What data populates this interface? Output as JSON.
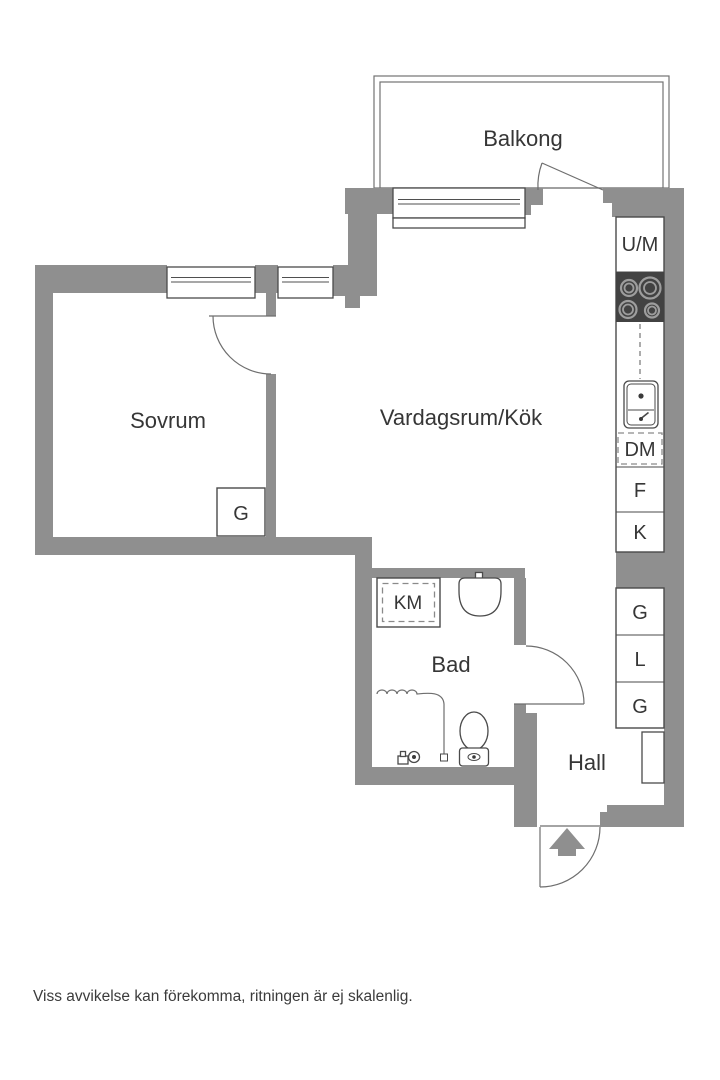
{
  "plan": {
    "balcony": {
      "label": "Balkong"
    },
    "bedroom": {
      "label": "Sovrum",
      "wardrobe": "G"
    },
    "living_kitchen": {
      "label": "Vardagsrum/Kök"
    },
    "bathroom": {
      "label": "Bad",
      "washer": "KM"
    },
    "hall": {
      "label": "Hall"
    },
    "kitchen_units": {
      "um": "U/M",
      "dm": "DM",
      "f": "F",
      "k": "K",
      "g_upper": "G",
      "l": "L",
      "g_lower": "G"
    },
    "disclaimer": "Viss avvikelse kan förekomma, ritningen är ej skalenlig."
  },
  "colors": {
    "wall": "#8f8f8f",
    "stove": "#424242",
    "outline": "#4a4a4a",
    "door_line": "#6e6e6e",
    "text": "#363636",
    "background": "#ffffff"
  }
}
